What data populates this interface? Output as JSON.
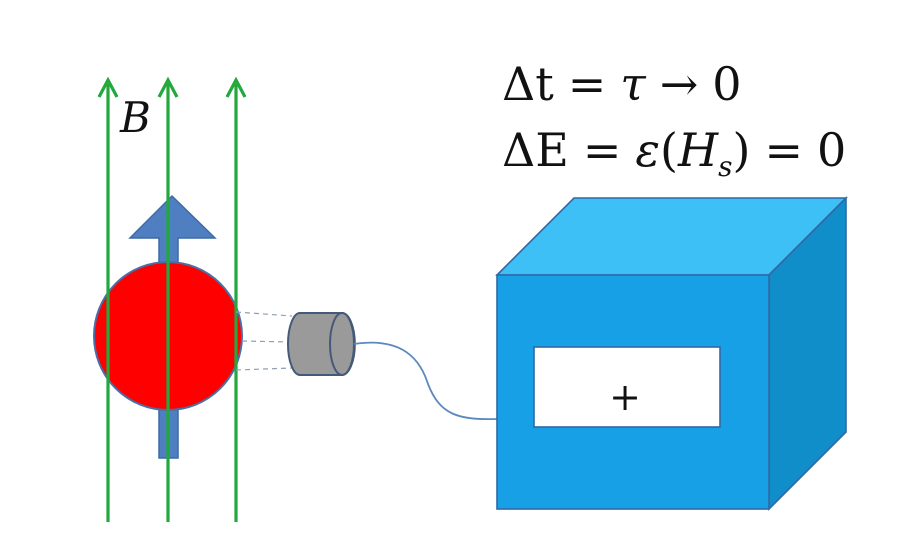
{
  "field_label": "B",
  "equations": {
    "line1": {
      "lhs": "Δt",
      "mid": "τ",
      "arrow": "→",
      "rhs": "0"
    },
    "line2": {
      "lhs": "ΔE",
      "func": "ε",
      "arg": "H",
      "sub": "s",
      "rhs": "0"
    }
  },
  "display_symbol": "+",
  "colors": {
    "field_lines": "#22a83c",
    "particle": "#ff0000",
    "spin_arrow": "#4f7fc0",
    "detector": "#9a9a9a",
    "box_front": "#17a0e6",
    "box_top": "#3cc0f5",
    "box_side": "#0f8ec9"
  },
  "icons": [
    "field-line-arrow",
    "spin-arrow",
    "particle-sphere",
    "detector-cylinder",
    "meter-box"
  ]
}
